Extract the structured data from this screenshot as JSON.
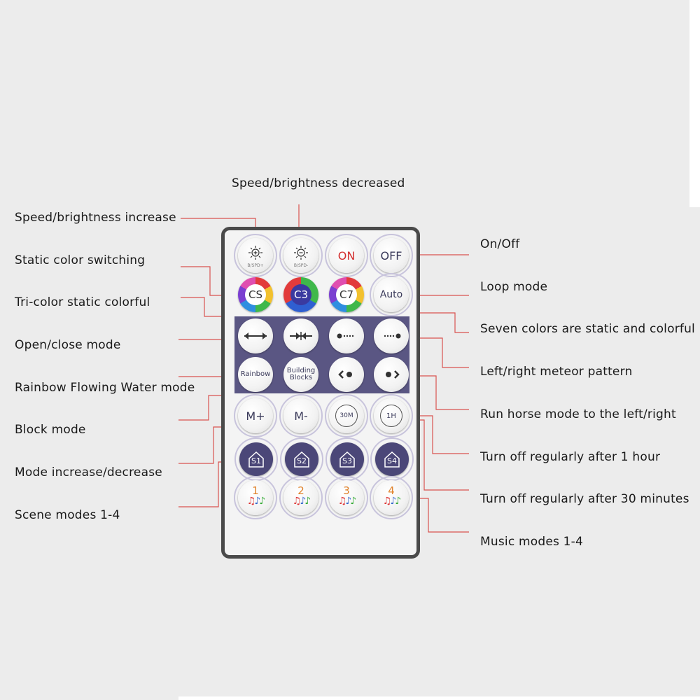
{
  "labels": {
    "speed_decrease": "Speed/brightness decreased",
    "speed_increase": "Speed/brightness increase",
    "static_color": "Static color switching",
    "tri_color": "Tri-color static colorful",
    "open_close": "Open/close mode",
    "rainbow": "Rainbow Flowing Water mode",
    "block": "Block mode",
    "mode_inc_dec": "Mode increase/decrease",
    "scene": "Scene modes 1-4",
    "on_off": "On/Off",
    "loop": "Loop mode",
    "seven_colors": "Seven colors are static and colorful",
    "meteor": "Left/right meteor pattern",
    "run_horse": "Run horse mode to the left/right",
    "off_1h": "Turn off regularly after 1 hour",
    "off_30m": "Turn off regularly after 30 minutes",
    "music": "Music modes 1-4"
  },
  "buttons": {
    "bright_sub": "B/SPD+",
    "dim_sub": "B/SPD-",
    "on": "ON",
    "off": "OFF",
    "cs": "CS",
    "c3": "C3",
    "c7": "C7",
    "auto": "Auto",
    "rainbow": "Rainbow",
    "building_1": "Building",
    "building_2": "Blocks",
    "m_plus": "M+",
    "m_minus": "M-",
    "t30": "30M",
    "t1h": "1H",
    "s1": "S1",
    "s2": "S2",
    "s3": "S3",
    "s4": "S4",
    "m1": "1",
    "m2": "2",
    "m3": "3",
    "m4": "4"
  },
  "colors": {
    "panel": "#5a5683",
    "callout_line": "#d9534f",
    "on_text": "#d32f2f",
    "scene_btn": "#4b4778"
  },
  "icons": {
    "bright": "sun-plus-icon",
    "dim": "sun-minus-icon",
    "open_close_left": "arrows-out-icon",
    "open_close_right": "arrows-in-icon",
    "meteor_left": "meteor-left-icon",
    "meteor_right": "meteor-right-icon",
    "horse_left": "horse-left-icon",
    "horse_right": "horse-right-icon",
    "scene": "house-icon",
    "music": "music-notes-icon"
  }
}
